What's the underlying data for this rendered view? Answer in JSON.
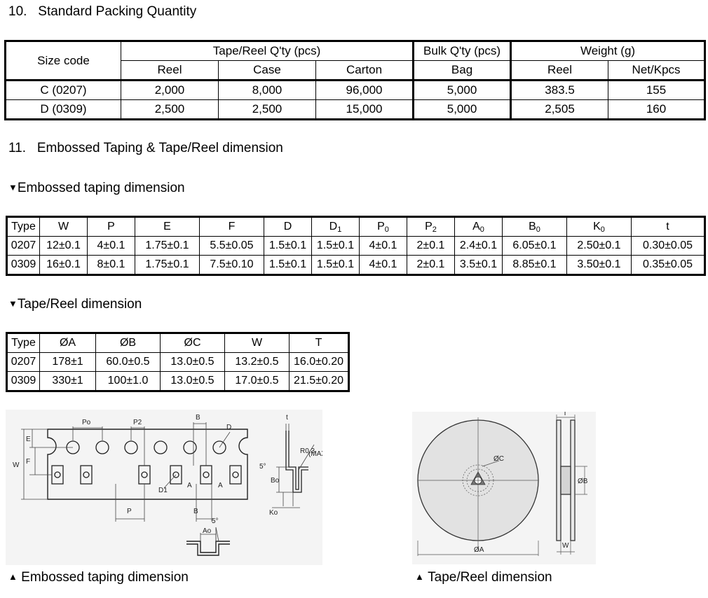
{
  "section10": {
    "number": "10.",
    "title": "Standard Packing Quantity",
    "table": {
      "size_code_label": "Size code",
      "group_headers": [
        "Tape/Reel Q'ty (pcs)",
        "Bulk Q'ty (pcs)",
        "Weight (g)"
      ],
      "sub_headers": [
        "Reel",
        "Case",
        "Carton",
        "Bag",
        "Reel",
        "Net/Kpcs"
      ],
      "rows": [
        [
          "C (0207)",
          "2,000",
          "8,000",
          "96,000",
          "5,000",
          "383.5",
          "155"
        ],
        [
          "D (0309)",
          "2,500",
          "2,500",
          "15,000",
          "5,000",
          "2,505",
          "160"
        ]
      ]
    }
  },
  "section11": {
    "number": "11.",
    "title": "Embossed Taping & Tape/Reel dimension",
    "taping": {
      "title": "Embossed taping dimension",
      "headers": [
        "Type",
        "W",
        "P",
        "E",
        "F",
        "D",
        "D",
        "P",
        "P",
        "A",
        "B",
        "K",
        "t"
      ],
      "header_subs": [
        "",
        "",
        "",
        "",
        "",
        "",
        "1",
        "0",
        "2",
        "0",
        "0",
        "0",
        ""
      ],
      "rows": [
        [
          "0207",
          "12±0.1",
          "4±0.1",
          "1.75±0.1",
          "5.5±0.05",
          "1.5±0.1",
          "1.5±0.1",
          "4±0.1",
          "2±0.1",
          "2.4±0.1",
          "6.05±0.1",
          "2.50±0.1",
          "0.30±0.05"
        ],
        [
          "0309",
          "16±0.1",
          "8±0.1",
          "1.75±0.1",
          "7.5±0.10",
          "1.5±0.1",
          "1.5±0.1",
          "4±0.1",
          "2±0.1",
          "3.5±0.1",
          "8.85±0.1",
          "3.50±0.1",
          "0.35±0.05"
        ]
      ]
    },
    "reel": {
      "title": "Tape/Reel dimension",
      "headers": [
        "Type",
        "ØA",
        "ØB",
        "ØC",
        "W",
        "T"
      ],
      "rows": [
        [
          "0207",
          "178±1",
          "60.0±0.5",
          "13.0±0.5",
          "13.2±0.5",
          "16.0±0.20"
        ],
        [
          "0309",
          "330±1",
          "100±1.0",
          "13.0±0.5",
          "17.0±0.5",
          "21.5±0.20"
        ]
      ]
    }
  },
  "diagram_taping": {
    "caption": "Embossed taping dimension",
    "labels": {
      "po": "Po",
      "p2": "P2",
      "b_top": "B",
      "d": "D",
      "t": "t",
      "e": "E",
      "f": "F",
      "w": "W",
      "d1": "D1",
      "a1": "A",
      "a2": "A",
      "p": "P",
      "b_bottom": "B",
      "bo": "Bo",
      "ko": "Ko",
      "r": "R0.3",
      "max": "(MAX)",
      "angle1": "5°",
      "angle2": "5°",
      "ao": "Ao"
    }
  },
  "diagram_reel": {
    "caption": "Tape/Reel dimension",
    "labels": {
      "t": "T",
      "c": "ØC",
      "b": "ØB",
      "a": "ØA",
      "w": "W"
    }
  },
  "bullet_glyph": "▼",
  "caption_glyph": "▲"
}
